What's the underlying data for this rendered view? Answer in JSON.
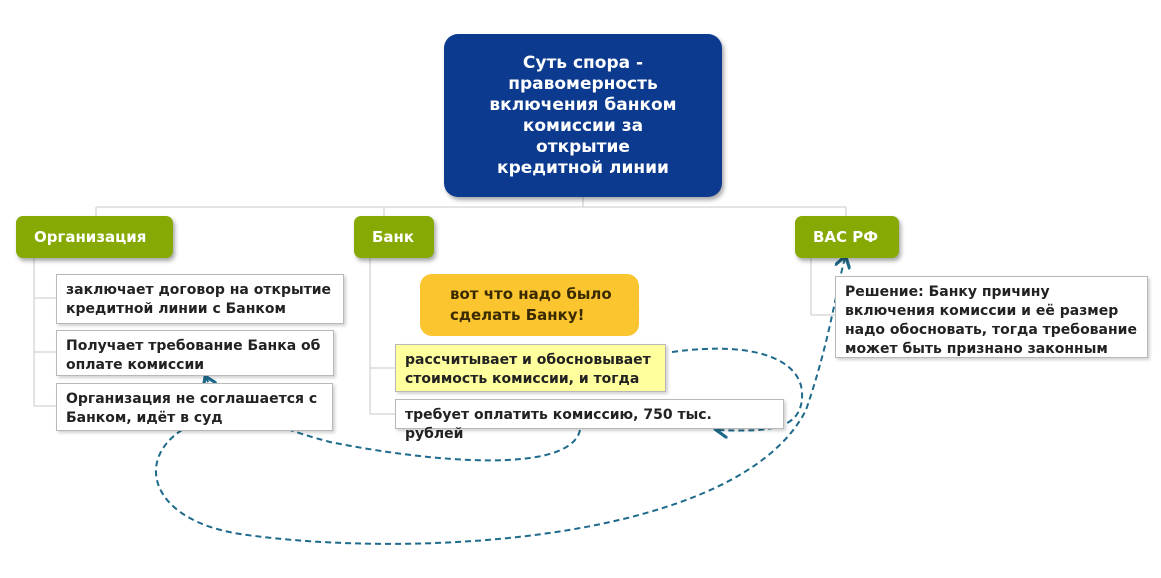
{
  "root": {
    "title_lines": [
      "Суть спора -",
      "правомерность",
      "включения банком",
      "комиссии за",
      "открытие",
      "кредитной линии"
    ]
  },
  "categories": {
    "organization": "Организация",
    "bank": "Банк",
    "court": "ВАС РФ"
  },
  "organization_items": [
    [
      "заключает договор на открытие",
      "кредитной линии с Банком"
    ],
    [
      "Получает требование Банка об",
      "оплате комиссии"
    ],
    [
      "Организация не соглашается с",
      "Банком, идёт в суд"
    ]
  ],
  "bank_items": [
    [
      "рассчитывает и обосновывает",
      "стоимость комиссии, и тогда"
    ],
    [
      "требует оплатить комиссию, 750 тыс. рублей"
    ]
  ],
  "callout": [
    "вот что надо было",
    "сделать Банку!"
  ],
  "court_items": [
    [
      "Решение: Банку причину",
      "включения комиссии и её размер",
      "надо обосновать, тогда требование",
      "может быть признано законным"
    ]
  ],
  "colors": {
    "root": "#0b3a8e",
    "category": "#86a903",
    "callout": "#fbc530",
    "highlight": "#ffff9e",
    "arrow": "#1e6a8c",
    "connector": "#c8c8c8"
  }
}
